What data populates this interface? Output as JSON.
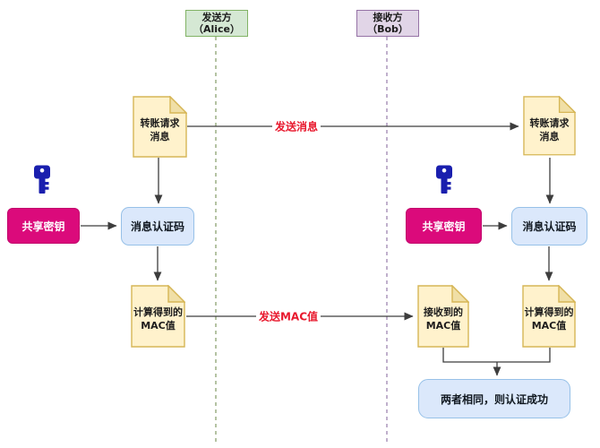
{
  "diagram": {
    "title_hint": "MAC message authentication flow",
    "actors": {
      "sender": {
        "line1": "发送方",
        "line2": "（Alice）"
      },
      "receiver": {
        "line1": "接收方",
        "line2": "（Bob）"
      }
    },
    "left": {
      "doc_message": {
        "line1": "转账请求",
        "line2": "消息"
      },
      "shared_key": "共享密钥",
      "mac_box": "消息认证码",
      "doc_computed": {
        "line1": "计算得到的",
        "line2": "MAC值"
      }
    },
    "right": {
      "doc_message": {
        "line1": "转账请求",
        "line2": "消息"
      },
      "shared_key": "共享密钥",
      "mac_box": "消息认证码",
      "doc_received": {
        "line1": "接收到的",
        "line2": "MAC值"
      },
      "doc_computed": {
        "line1": "计算得到的",
        "line2": "MAC值"
      },
      "result_box": "两者相同，则认证成功"
    },
    "flows": {
      "send_message": "发送消息",
      "send_mac": "发送MAC值"
    },
    "colors": {
      "sender_fill": "#d5e8d4",
      "sender_border": "#82b366",
      "receiver_fill": "#e1d5e7",
      "receiver_border": "#9673a6",
      "doc_fill": "#fff2cc",
      "doc_border": "#d6b656",
      "shared_key_fill": "#db0a7b",
      "mac_box_fill": "#dbe8fb",
      "mac_box_border": "#97c1e8",
      "key_icon_blue": "#1a1fae",
      "flow_label_red": "#e8182d",
      "connector": "#3d3d3d"
    }
  }
}
